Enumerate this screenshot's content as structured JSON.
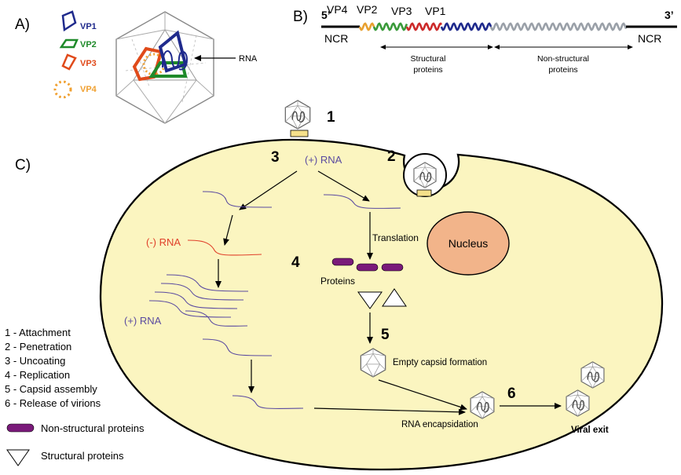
{
  "panel_a": {
    "label": "A)",
    "legend": [
      {
        "name": "VP1",
        "color": "#1f2a8c"
      },
      {
        "name": "VP2",
        "color": "#1f8a2a"
      },
      {
        "name": "VP3",
        "color": "#e04a1a"
      },
      {
        "name": "VP4",
        "color": "#f0a030"
      }
    ],
    "rna_label": "RNA"
  },
  "panel_b": {
    "label": "B)",
    "five_prime": "5’",
    "three_prime": "3’",
    "ncr_left": "NCR",
    "ncr_right": "NCR",
    "genes": [
      {
        "name": "VP4",
        "color": "#e8a030"
      },
      {
        "name": "VP2",
        "color": "#3a9a3a"
      },
      {
        "name": "VP3",
        "color": "#cc2a2a"
      },
      {
        "name": "VP1",
        "color": "#1f2a8c"
      }
    ],
    "structural_line1": "Structural",
    "structural_line2": "proteins",
    "nonstructural_line1": "Non-structural",
    "nonstructural_line2": "proteins"
  },
  "panel_c": {
    "label": "C)",
    "steps": [
      "1",
      "2",
      "3",
      "4",
      "5",
      "6"
    ],
    "plus_rna_top": "(+) RNA",
    "minus_rna": "(-) RNA",
    "plus_rna_left": "(+) RNA",
    "translation": "Translation",
    "nucleus": "Nucleus",
    "proteins": "Proteins",
    "empty_capsid": "Empty capsid formation",
    "rna_encapsidation": "RNA encapsidation",
    "viral_exit": "Viral exit",
    "key": [
      "1 - Attachment",
      "2 - Penetration",
      "3 - Uncoating",
      "4 - Replication",
      "5 - Capsid assembly",
      "6 - Release of virions"
    ],
    "legend_nonstructural": "Non-structural proteins",
    "legend_structural": "Structural proteins",
    "colors": {
      "cell_fill": "#fbf5c0",
      "plus_rna": "#5a4aa0",
      "minus_rna": "#e0402a",
      "protein": "#7a1a7a",
      "nucleus": "#f2b48a",
      "receptor": "#f5e08a"
    }
  }
}
